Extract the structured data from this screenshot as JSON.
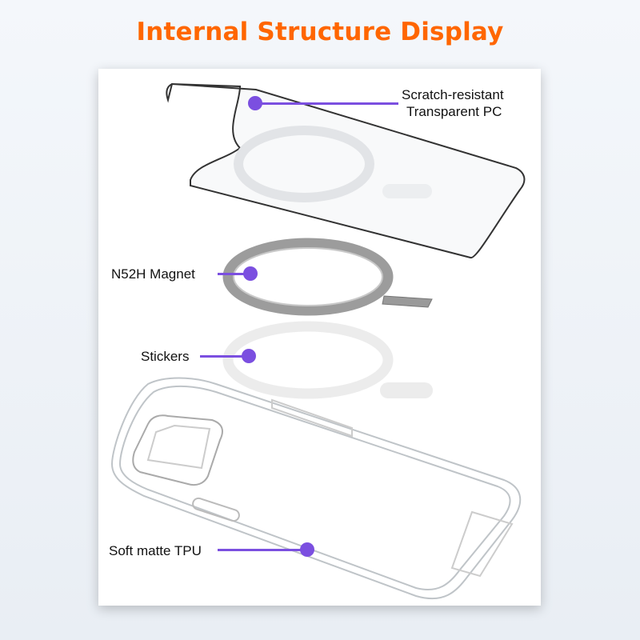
{
  "title": "Internal Structure Display",
  "accent_color": "#7b4fe0",
  "title_color": "#ff6600",
  "callouts": [
    {
      "line1": "Scratch-resistant",
      "line2": "Transparent PC"
    },
    {
      "line1": "N52H Magnet"
    },
    {
      "line1": "Stickers"
    },
    {
      "line1": "Soft matte TPU"
    }
  ]
}
